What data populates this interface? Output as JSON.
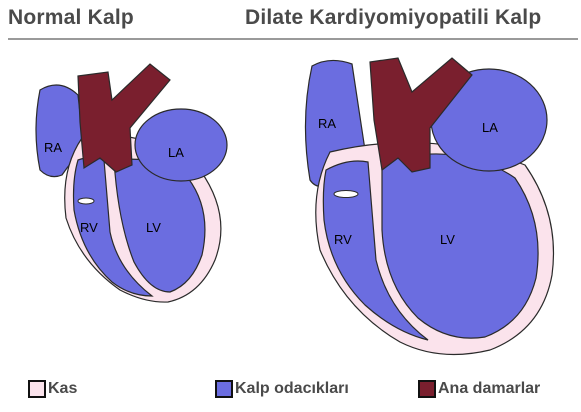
{
  "titles": {
    "normal": "Normal Kalp",
    "dilated": "Dilate Kardiyomiyopatili Kalp"
  },
  "normal_heart": {
    "chambers": {
      "ra": "RA",
      "la": "LA",
      "rv": "RV",
      "lv": "LV"
    }
  },
  "dilated_heart": {
    "chambers": {
      "ra": "RA",
      "la": "LA",
      "rv": "RV",
      "lv": "LV"
    }
  },
  "legend": [
    {
      "label": "Kas",
      "color": "#fbe3ec"
    },
    {
      "label": "Kalp odacıkları",
      "color": "#6b6de0"
    },
    {
      "label": "Ana damarlar",
      "color": "#7a1f2e"
    }
  ],
  "colors": {
    "muscle": "#fbe3ec",
    "chamber": "#6b6de0",
    "vessel": "#7a1f2e",
    "outline": "#2a2a2a"
  }
}
